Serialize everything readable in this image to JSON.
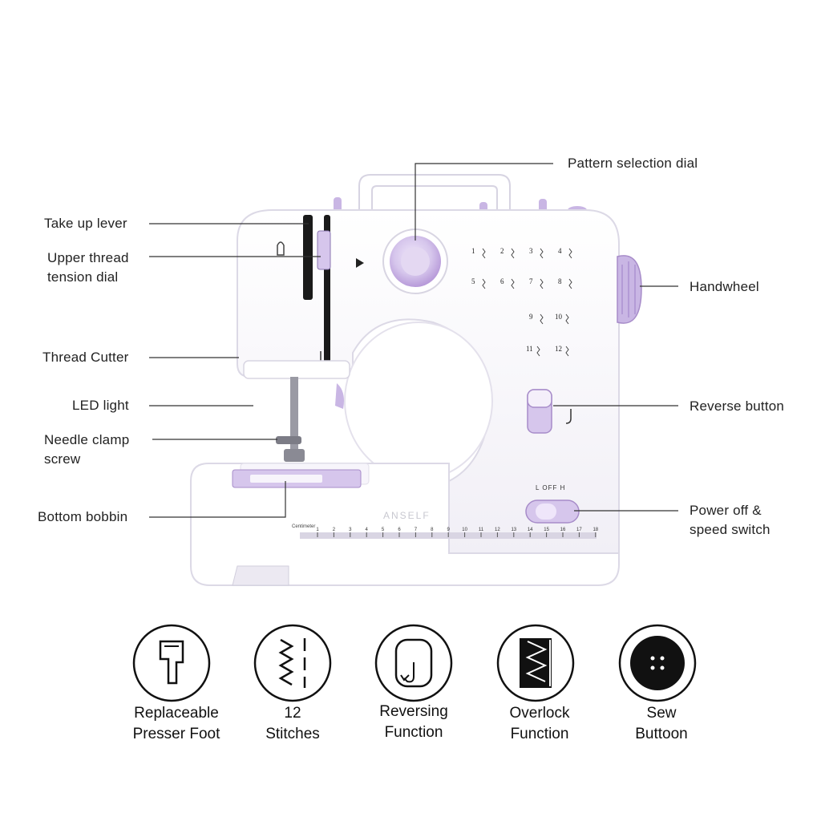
{
  "callouts": {
    "pattern_dial": "Pattern selection dial",
    "take_up_lever": "Take up lever",
    "upper_tension": [
      "Upper thread",
      "tension dial"
    ],
    "handwheel": "Handwheel",
    "thread_cutter": "Thread Cutter",
    "led_light": "LED light",
    "reverse_button": "Reverse button",
    "needle_clamp": [
      "Needle clamp",
      "screw"
    ],
    "bottom_bobbin": "Bottom bobbin",
    "power_switch": [
      "Power off &",
      "speed switch"
    ]
  },
  "machine": {
    "brand": "ANSELF",
    "ruler_label": "Centimeter",
    "ruler_numbers": [
      "1",
      "2",
      "3",
      "4",
      "5",
      "6",
      "7",
      "8",
      "9",
      "10",
      "11",
      "12",
      "13",
      "14",
      "15",
      "16",
      "17",
      "18"
    ],
    "stitch_numbers": [
      "1",
      "2",
      "3",
      "4",
      "5",
      "6",
      "7",
      "8",
      "9",
      "10",
      "11",
      "12"
    ],
    "switch_label": "L  OFF  H",
    "accent_color": "#c9b6e4",
    "body_color": "#ffffff"
  },
  "features": [
    {
      "icon": "presser-foot-icon",
      "lines": [
        "Replaceable",
        "Presser Foot"
      ]
    },
    {
      "icon": "stitches-icon",
      "lines": [
        "12",
        "Stitches"
      ]
    },
    {
      "icon": "reverse-icon",
      "lines": [
        "Reversing",
        "Function"
      ]
    },
    {
      "icon": "overlock-icon",
      "lines": [
        "Overlock",
        "Function"
      ]
    },
    {
      "icon": "button-icon",
      "lines": [
        "Sew",
        "Buttoon"
      ]
    }
  ]
}
